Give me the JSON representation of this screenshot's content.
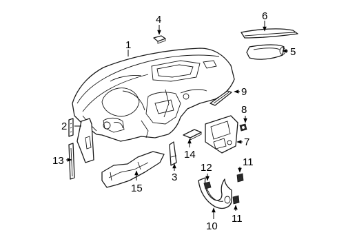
{
  "callouts": [
    {
      "id": "1",
      "text": "1"
    },
    {
      "id": "2",
      "text": "2"
    },
    {
      "id": "3",
      "text": "3"
    },
    {
      "id": "4",
      "text": "4"
    },
    {
      "id": "5",
      "text": "5"
    },
    {
      "id": "6",
      "text": "6"
    },
    {
      "id": "7",
      "text": "7"
    },
    {
      "id": "8",
      "text": "8"
    },
    {
      "id": "9",
      "text": "9"
    },
    {
      "id": "10",
      "text": "10"
    },
    {
      "id": "11a",
      "text": "11"
    },
    {
      "id": "11b",
      "text": "11"
    },
    {
      "id": "12",
      "text": "12"
    },
    {
      "id": "13",
      "text": "13"
    },
    {
      "id": "14",
      "text": "14"
    },
    {
      "id": "15",
      "text": "15"
    }
  ]
}
